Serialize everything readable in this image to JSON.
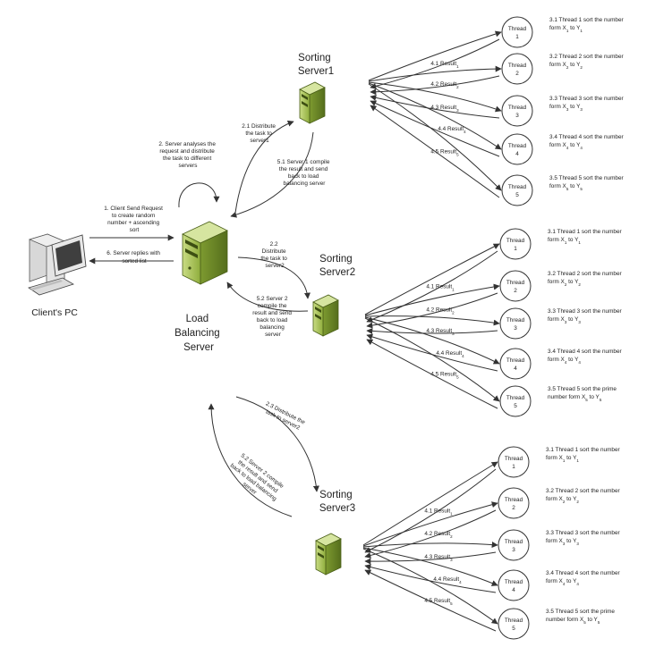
{
  "labels": {
    "client_pc": "Client's PC",
    "load_balancer": [
      "Load",
      "Balancing",
      "Server"
    ],
    "step1": [
      "1. Client Send Request",
      "to create random",
      "number + ascending",
      "sort"
    ],
    "step6": [
      "6. Server replies with",
      "sorted list"
    ],
    "step2": [
      "2. Server analyses the",
      "request and distribute",
      "the task to different",
      "servers"
    ]
  },
  "servers": [
    {
      "name": [
        "Sorting",
        "Server1"
      ],
      "distribute": [
        "2.1 Distribute",
        "the task to",
        "server1"
      ],
      "compile": [
        "5.1 Server 1 compile",
        "the result and send",
        "back to load",
        "balancing server"
      ],
      "threads": [
        {
          "title": "Thread",
          "num": "1",
          "desc": [
            "3.1 Thread 1 sort the number",
            "form X",
            "1",
            " to Y",
            "1"
          ],
          "result": [
            "4.1 Result",
            "1"
          ]
        },
        {
          "title": "Thread",
          "num": "2",
          "desc": [
            "3.2 Thread 2 sort the  number",
            "form X",
            "2",
            " to Y",
            "2"
          ],
          "result": [
            "4.2 Result",
            "2"
          ]
        },
        {
          "title": "Thread",
          "num": "3",
          "desc": [
            "3.3 Thread 3 sort the number",
            "form X",
            "3",
            " to Y",
            "3"
          ],
          "result": [
            "4.3 Result",
            "3"
          ]
        },
        {
          "title": "Thread",
          "num": "4",
          "desc": [
            "3.4 Thread 4 sort the number",
            "form X",
            "4",
            " to Y",
            "4"
          ],
          "result": [
            "4.4 Result",
            "4"
          ]
        },
        {
          "title": "Thread",
          "num": "5",
          "desc": [
            "3.5 Thread 5 sort the number",
            "form X",
            "5",
            " to Y",
            "5"
          ],
          "result": [
            "4.5 Result",
            "5"
          ]
        }
      ]
    },
    {
      "name": [
        "Sorting",
        "Server2"
      ],
      "distribute": [
        "2.2",
        "Distribute",
        "the task to",
        "server2"
      ],
      "compile": [
        "5.2 Server 2",
        "compile the",
        "result and send",
        "back to load",
        "balancing",
        "server"
      ],
      "threads": [
        {
          "title": "Thread",
          "num": "1",
          "desc": [
            "3.1 Thread 1 sort the number",
            "form X",
            "1",
            " to Y",
            "1"
          ],
          "result": [
            "4.1 Result",
            "1"
          ]
        },
        {
          "title": "Thread",
          "num": "2",
          "desc": [
            "3.2 Thread 2 sort the number",
            "form X",
            "2",
            " to Y",
            "2"
          ],
          "result": [
            "4.2 Result",
            "2"
          ]
        },
        {
          "title": "Thread",
          "num": "3",
          "desc": [
            "3.3 Thread 3 sort the number",
            "form X",
            "3",
            " to Y",
            "3"
          ],
          "result": [
            "4.3 Result",
            "3"
          ]
        },
        {
          "title": "Thread",
          "num": "4",
          "desc": [
            "3.4 Thread 4 sort the number",
            "form X",
            "4",
            " to Y",
            "4"
          ],
          "result": [
            "4.4 Result",
            "4"
          ]
        },
        {
          "title": "Thread",
          "num": "5",
          "desc": [
            "3.5 Thread 5 sort the prime",
            "number form X",
            "5",
            " to Y",
            "5"
          ],
          "result": [
            "4.5 Result",
            "5"
          ]
        }
      ]
    },
    {
      "name": [
        "Sorting",
        "Server3"
      ],
      "distribute": [
        "2.3 Distribute the",
        "task to server2"
      ],
      "compile": [
        "5.2 Server 2 compile",
        "the result and send",
        "back to load balancing",
        "server"
      ],
      "threads": [
        {
          "title": "Thread",
          "num": "1",
          "desc": [
            "3.1 Thread 1 sort the number",
            "form X",
            "1",
            " to Y",
            "1"
          ],
          "result": [
            "4.1 Result",
            "1"
          ]
        },
        {
          "title": "Thread",
          "num": "2",
          "desc": [
            "3.2 Thread 2 sort the number",
            "form X",
            "2",
            " to Y",
            "2"
          ],
          "result": [
            "4.2 Result",
            "2"
          ]
        },
        {
          "title": "Thread",
          "num": "3",
          "desc": [
            "3.3 Thread 3 sort the number",
            "form X",
            "3",
            " to Y",
            "3"
          ],
          "result": [
            "4.3 Result",
            "3"
          ]
        },
        {
          "title": "Thread",
          "num": "4",
          "desc": [
            "3.4 Thread 4 sort the number",
            "form X",
            "4",
            " to Y",
            "4"
          ],
          "result": [
            "4.4 Result",
            "4"
          ]
        },
        {
          "title": "Thread",
          "num": "5",
          "desc": [
            "3.5 Thread 5 sort the prime",
            "number form X",
            "5",
            " to Y",
            "5"
          ],
          "result": [
            "4.5 Result",
            "5"
          ]
        }
      ]
    }
  ],
  "colors": {
    "server_light": "#b8cf6e",
    "server_mid": "#8fad3c",
    "server_dark": "#5f7a22",
    "line": "#333333",
    "thread_fill": "#ffffff"
  }
}
